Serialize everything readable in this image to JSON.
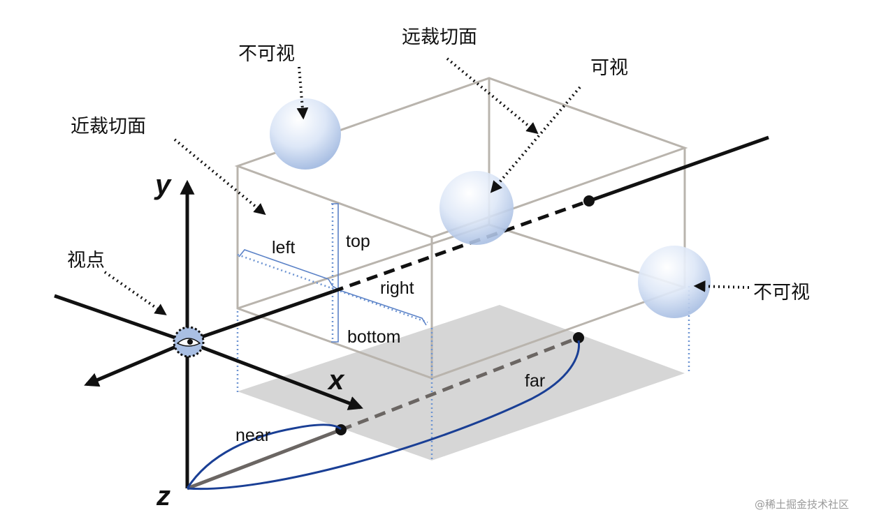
{
  "labels": {
    "invisible_top": "不可视",
    "far_plane": "远裁切面",
    "visible": "可视",
    "near_plane": "近裁切面",
    "viewpoint": "视点",
    "invisible_right": "不可视",
    "left": "left",
    "top": "top",
    "right": "right",
    "bottom": "bottom",
    "near": "near",
    "far": "far",
    "axis_x": "x",
    "axis_y": "y",
    "axis_z": "z"
  },
  "watermark": "@稀土掘金技术社区",
  "colors": {
    "box_edge": "#b9b4ad",
    "floor": "#d6d6d6",
    "sphere": "#c9d8f0",
    "guide_blue": "#6d94d2",
    "curve_blue": "#1a3f95",
    "axis": "#111111"
  }
}
